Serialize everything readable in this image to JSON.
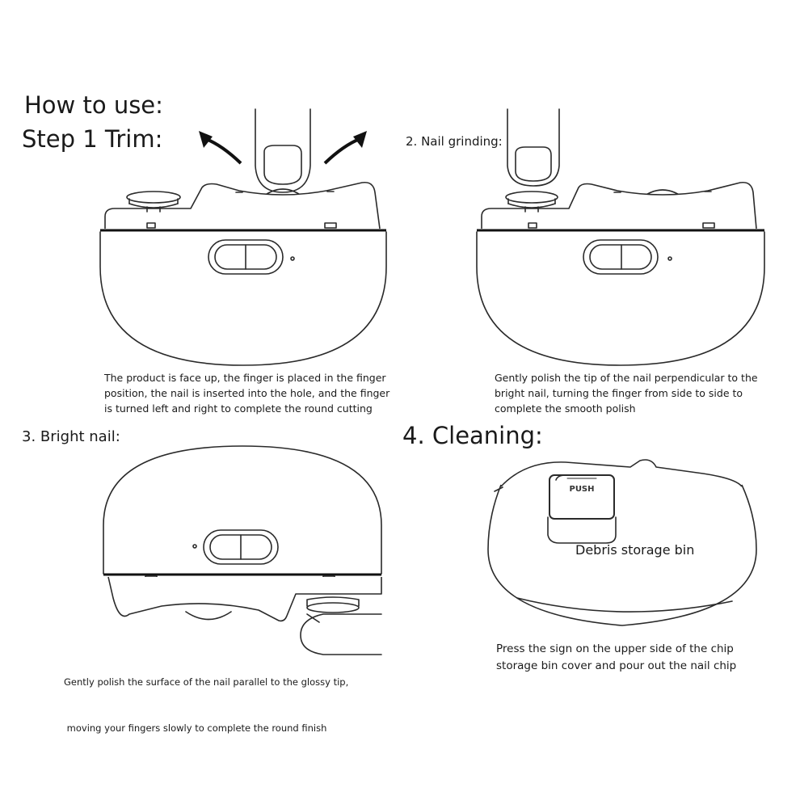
{
  "heading": {
    "how_to_use": "How to use:",
    "step1": "Step 1 Trim:"
  },
  "steps": {
    "grinding": {
      "title": "2. Nail grinding:",
      "caption": [
        "Gently polish the tip of the nail perpendicular to the",
        "bright nail, turning the finger from side to side to",
        "complete the smooth polish"
      ]
    },
    "trim": {
      "caption": [
        "The product is face up, the finger is placed in the finger",
        "position, the nail is inserted into the hole, and the finger",
        "is turned left and right to complete the round cutting"
      ]
    },
    "bright": {
      "title": "3. Bright nail:",
      "caption": [
        "Gently polish the surface of the nail parallel to the glossy tip,",
        " moving your fingers slowly to complete the round finish"
      ]
    },
    "cleaning": {
      "title": "4. Cleaning:",
      "bin_label": "Debris storage bin",
      "push_label": "PUSH",
      "caption": [
        "Press the sign on the upper side of the chip",
        "storage bin cover and pour out the nail chip"
      ]
    }
  },
  "colors": {
    "line": "#2a2a2a",
    "text": "#1a1a1a",
    "background": "#ffffff"
  }
}
